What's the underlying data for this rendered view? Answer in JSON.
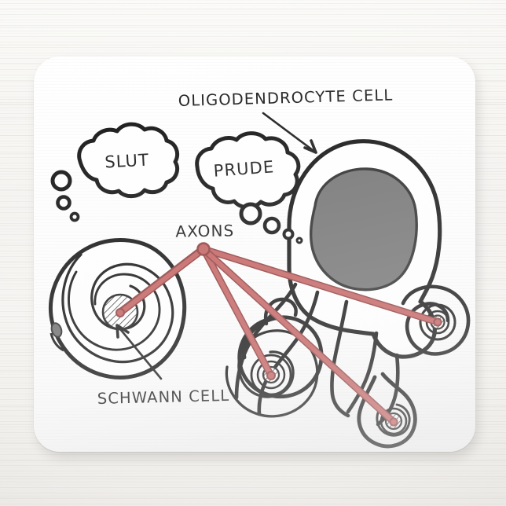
{
  "product": {
    "type": "mouse-pad",
    "surface_color": "#ffffff",
    "desk_color": "#f5f3f0"
  },
  "artwork": {
    "title_label": "OLIGODENDROCYTE CELL",
    "schwann_label": "SCHWANN CELL",
    "axons_label": "AXONS",
    "thought_left": "SLUT",
    "thought_right": "PRUDE",
    "ink_color": "#141414",
    "axon_color": "#c35f5f",
    "axon_outline_color": "#8e3b3b",
    "nucleus_color": "#737373"
  }
}
